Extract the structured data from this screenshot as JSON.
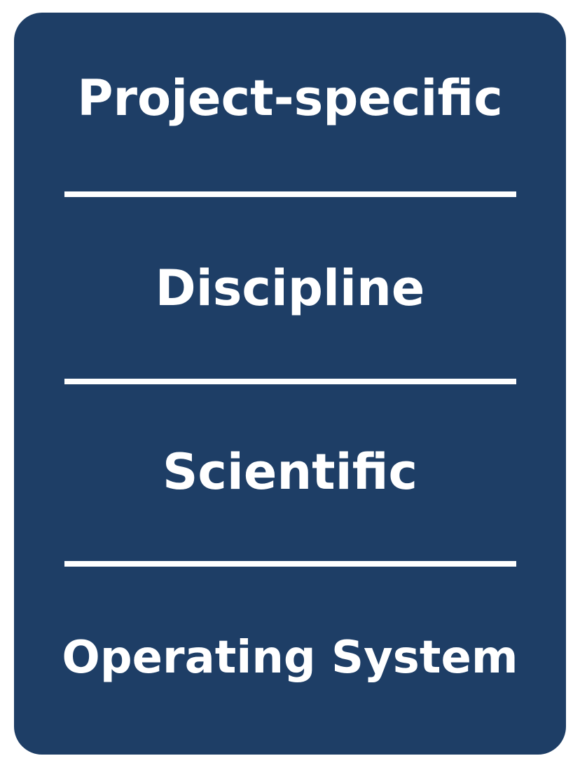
{
  "diagram": {
    "layers": [
      {
        "label": "Project-specific"
      },
      {
        "label": "Discipline"
      },
      {
        "label": "Scientific"
      },
      {
        "label": "Operating System"
      }
    ],
    "colors": {
      "card_background": "#1e3e66",
      "text": "#ffffff",
      "divider": "#ffffff",
      "page_background": "#ffffff"
    }
  }
}
